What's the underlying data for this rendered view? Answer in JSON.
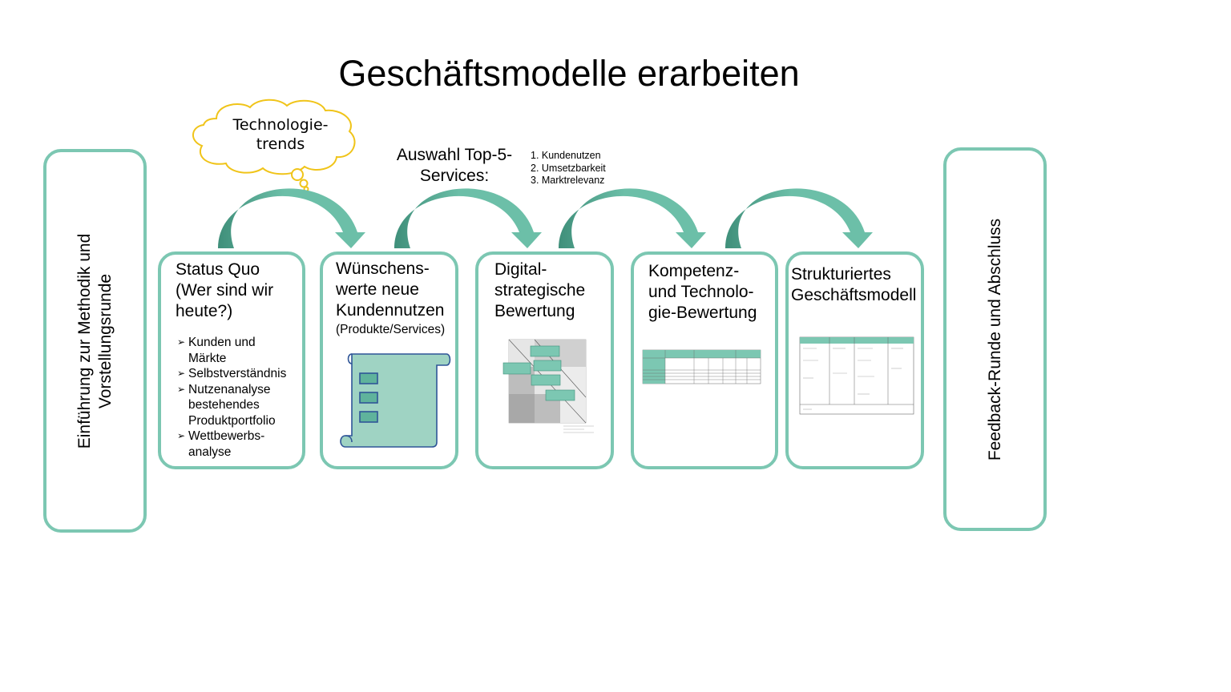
{
  "title": "Geschäftsmodelle erarbeiten",
  "left_box": {
    "lines": [
      "Einführung zur Methodik und",
      "Vorstellungsrunde"
    ]
  },
  "right_box": {
    "label": "Feedback-Runde und Abschluss"
  },
  "cloud": {
    "label": "Technologie-\ntrends"
  },
  "selection": {
    "label": "Auswahl Top-5-\nServices:",
    "criteria": [
      "1. Kundenutzen",
      "2. Umsetzbarkeit",
      "3. Marktrelevanz"
    ]
  },
  "steps": [
    {
      "title": "Status Quo\n(Wer sind wir\nheute?)",
      "bullets": [
        "Kunden und\nMärkte",
        "Selbstverständnis",
        "Nutzenanalyse\nbestehendes\nProduktportfolio",
        " Wettbewerbs-\nanalyse"
      ]
    },
    {
      "title": "Wünschens-\nwerte neue\nKundennutzen",
      "subtitle": "(Produkte/Services)"
    },
    {
      "title": "Digital-\nstrategische\nBewertung"
    },
    {
      "title": "Kompetenz-\nund Technolo-\ngie-Bewertung"
    },
    {
      "title": "Strukturiertes\nGeschäftsmodell"
    }
  ],
  "colors": {
    "accent": "#7cc7b2",
    "arrow": "#5fb39c",
    "arrow_dark": "#3f8f7a",
    "cloud": "#f0c419",
    "scroll_fill": "#9fd3c3",
    "scroll_stroke": "#2f5597"
  }
}
